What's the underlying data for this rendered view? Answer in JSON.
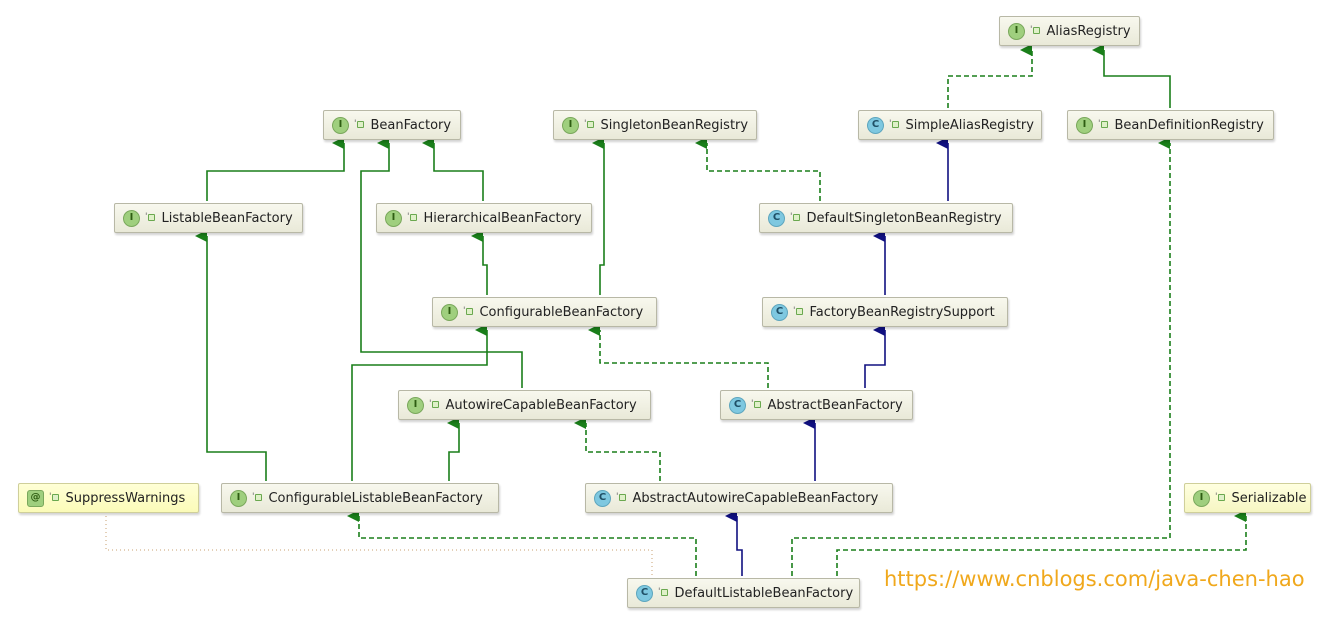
{
  "nodes": {
    "alias_registry": {
      "kind": "I",
      "label": "AliasRegistry"
    },
    "bean_factory": {
      "kind": "I",
      "label": "BeanFactory"
    },
    "singleton_bean_registry": {
      "kind": "I",
      "label": "SingletonBeanRegistry"
    },
    "simple_alias_registry": {
      "kind": "C",
      "label": "SimpleAliasRegistry"
    },
    "bean_definition_registry": {
      "kind": "I",
      "label": "BeanDefinitionRegistry"
    },
    "listable_bean_factory": {
      "kind": "I",
      "label": "ListableBeanFactory"
    },
    "hierarchical_bean_factory": {
      "kind": "I",
      "label": "HierarchicalBeanFactory"
    },
    "default_singleton_bean_registry": {
      "kind": "C",
      "label": "DefaultSingletonBeanRegistry"
    },
    "configurable_bean_factory": {
      "kind": "I",
      "label": "ConfigurableBeanFactory"
    },
    "factory_bean_registry_support": {
      "kind": "C",
      "label": "FactoryBeanRegistrySupport"
    },
    "autowire_capable_bean_factory": {
      "kind": "I",
      "label": "AutowireCapableBeanFactory"
    },
    "abstract_bean_factory": {
      "kind": "C",
      "label": "AbstractBeanFactory"
    },
    "suppress_warnings": {
      "kind": "@",
      "label": "SuppressWarnings"
    },
    "configurable_listable_bean_factory": {
      "kind": "I",
      "label": "ConfigurableListableBeanFactory"
    },
    "abstract_autowire_capable_bean_factory": {
      "kind": "C",
      "label": "AbstractAutowireCapableBeanFactory"
    },
    "serializable": {
      "kind": "I",
      "label": "Serializable"
    },
    "default_listable_bean_factory": {
      "kind": "C",
      "label": "DefaultListableBeanFactory"
    }
  },
  "colors": {
    "extends_interface": "#1a7f1a",
    "implements": "#1a7f1a",
    "extends_class": "#101080",
    "annotation_link": "#c8a070"
  },
  "watermark": "https://www.cnblogs.com/java-chen-hao"
}
